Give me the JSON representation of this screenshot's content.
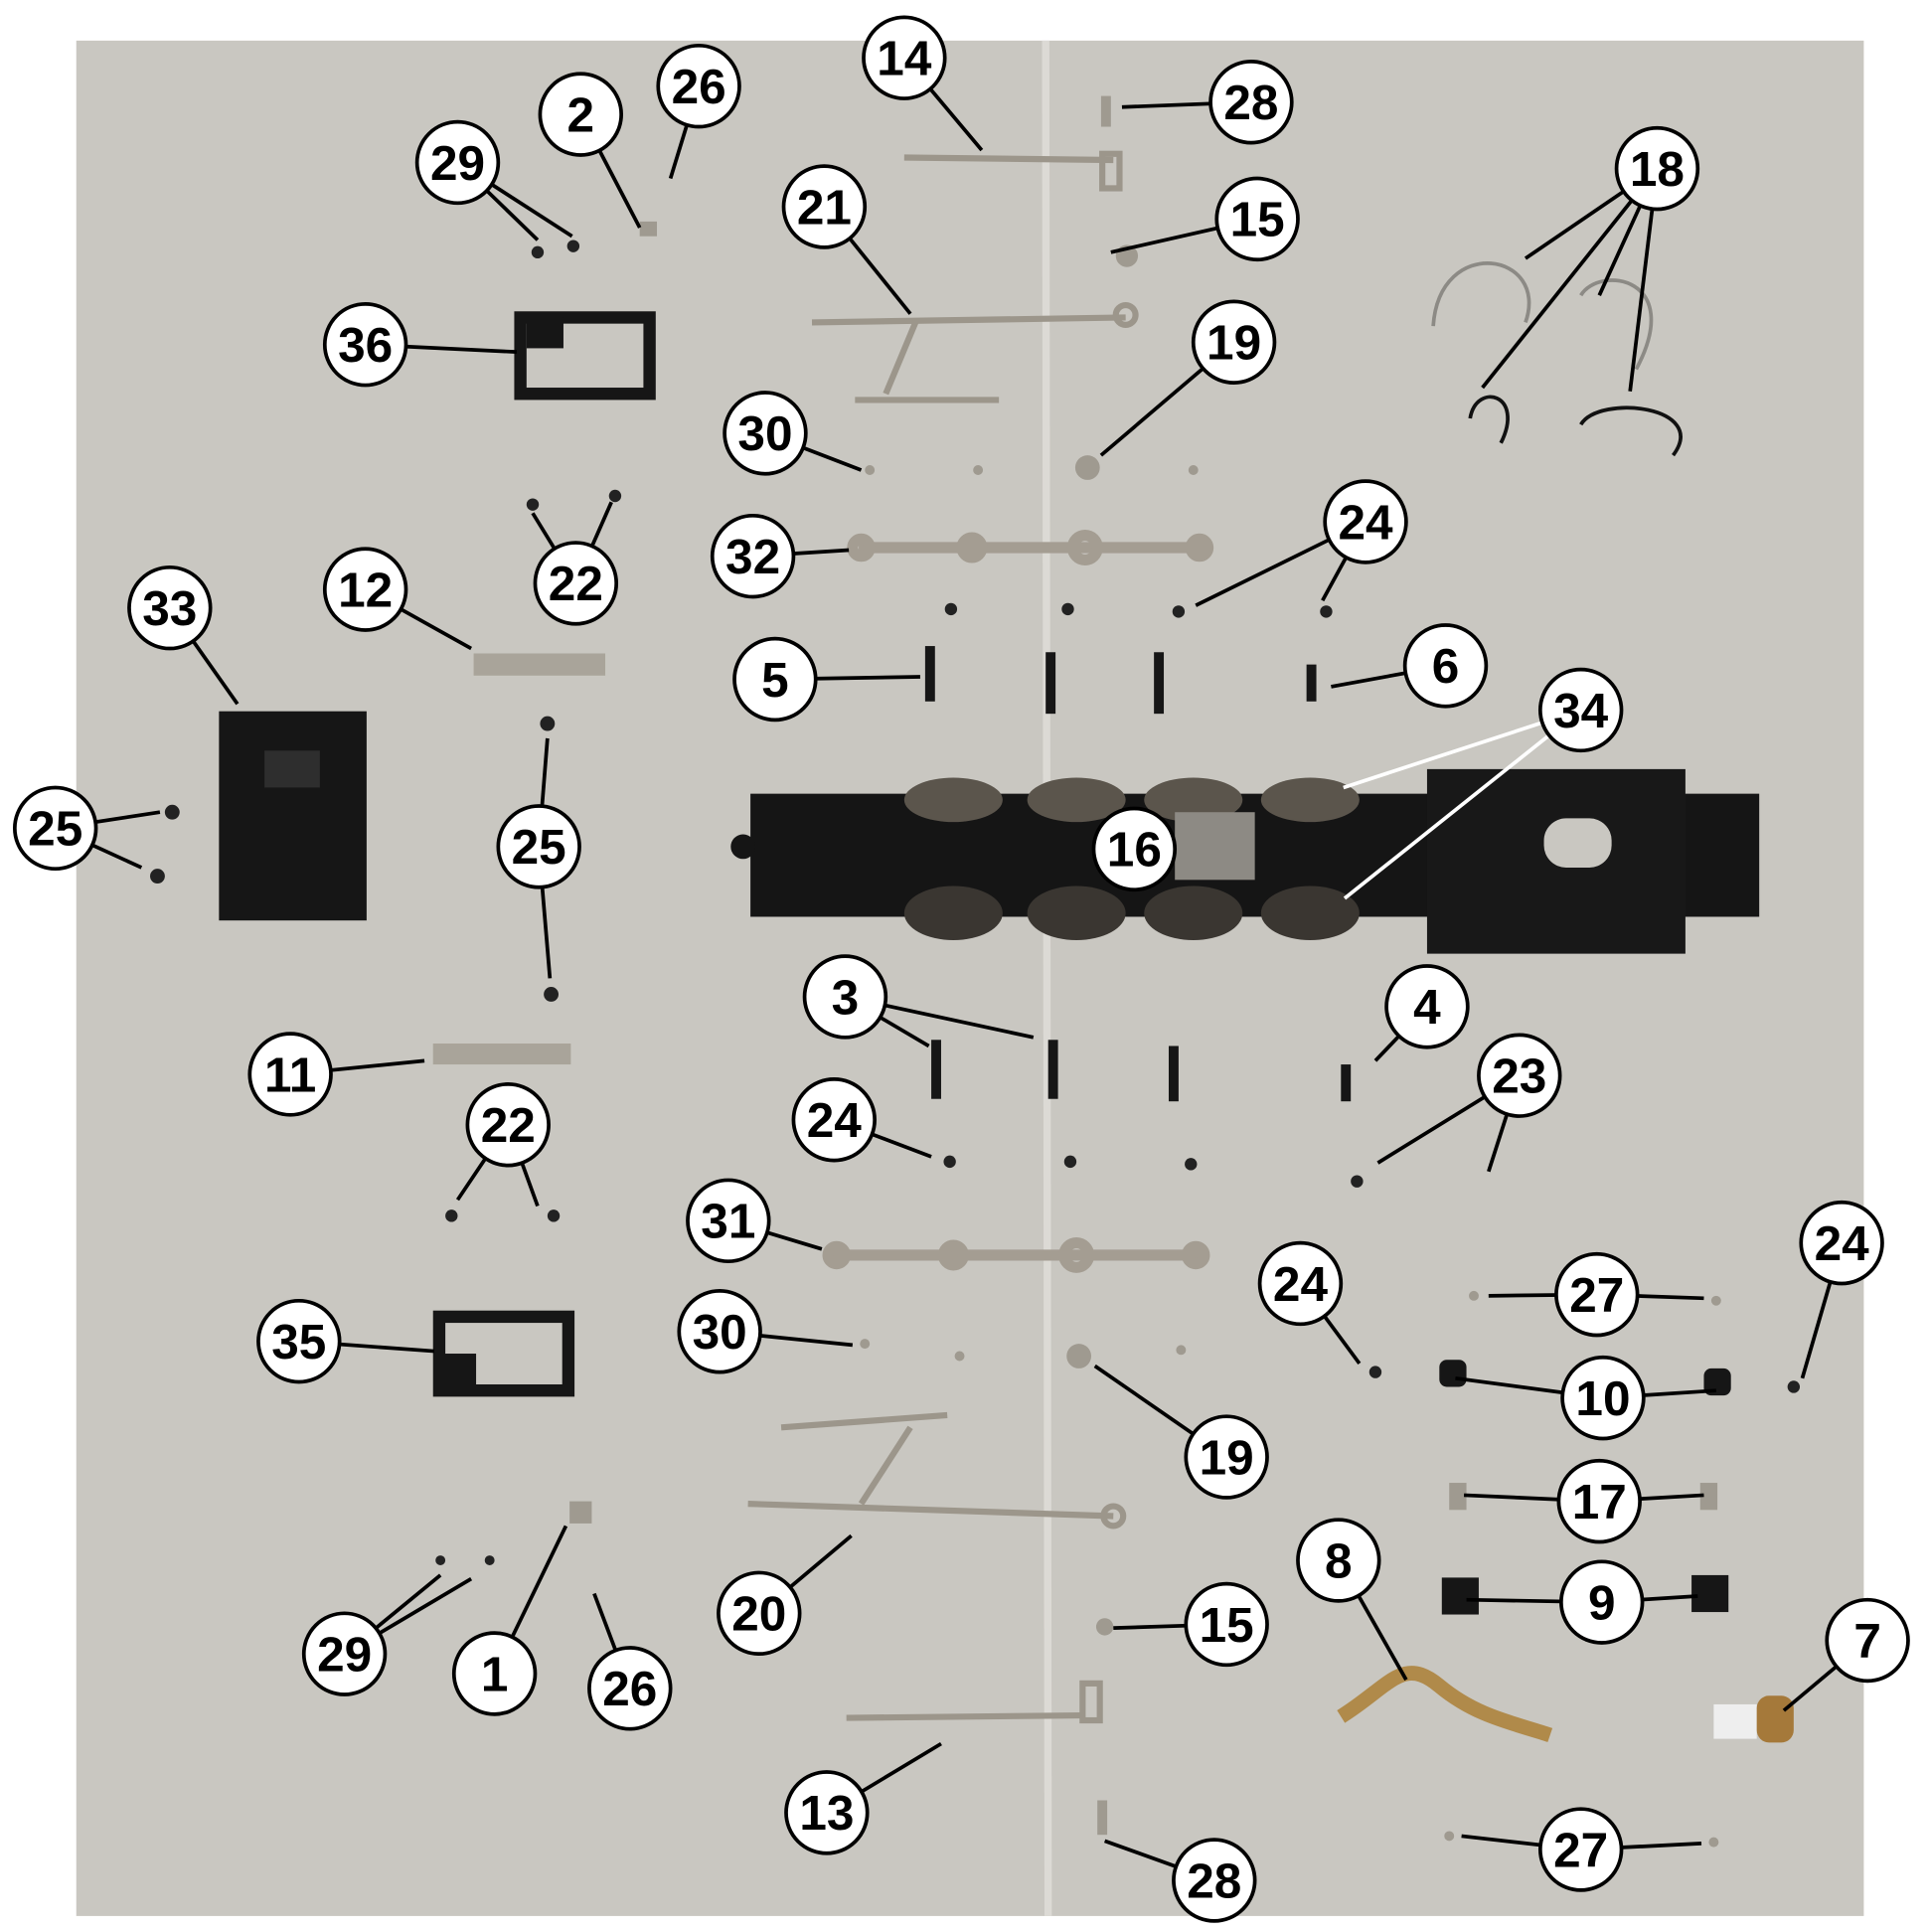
{
  "title": "Locomotive chassis exploded parts view",
  "colors": {
    "background": "#c9c7c1",
    "part_dark": "#111111",
    "part_metal": "#a9a49a",
    "brass": "#b08a4a"
  },
  "callouts": [
    "14",
    "28",
    "2",
    "26",
    "29",
    "21",
    "15",
    "18",
    "36",
    "19",
    "30",
    "24",
    "32",
    "22",
    "12",
    "33",
    "5",
    "6",
    "34",
    "16",
    "25",
    "25",
    "3",
    "4",
    "11",
    "23",
    "24",
    "22",
    "31",
    "24",
    "24",
    "27",
    "35",
    "30",
    "10",
    "19",
    "17",
    "8",
    "9",
    "7",
    "20",
    "15",
    "29",
    "1",
    "26",
    "13",
    "27",
    "28"
  ]
}
